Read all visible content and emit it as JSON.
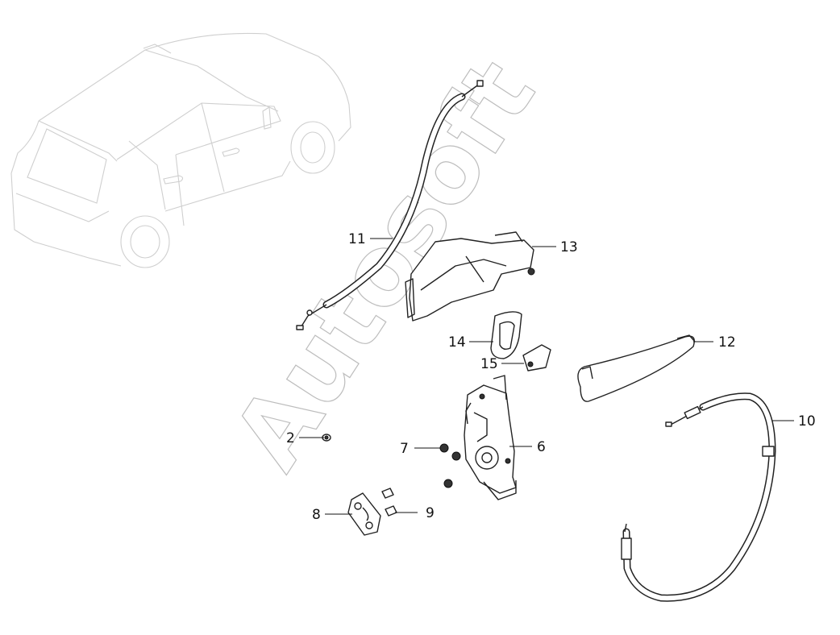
{
  "watermark": "Autosoft",
  "callouts": [
    {
      "id": "c11",
      "text": "11"
    },
    {
      "id": "c13",
      "text": "13"
    },
    {
      "id": "c14",
      "text": "14"
    },
    {
      "id": "c12",
      "text": "12"
    },
    {
      "id": "c15",
      "text": "15"
    },
    {
      "id": "c10",
      "text": "10"
    },
    {
      "id": "c2",
      "text": "2"
    },
    {
      "id": "c7",
      "text": "7"
    },
    {
      "id": "c6",
      "text": "6"
    },
    {
      "id": "c8",
      "text": "8"
    },
    {
      "id": "c9",
      "text": "9"
    }
  ]
}
